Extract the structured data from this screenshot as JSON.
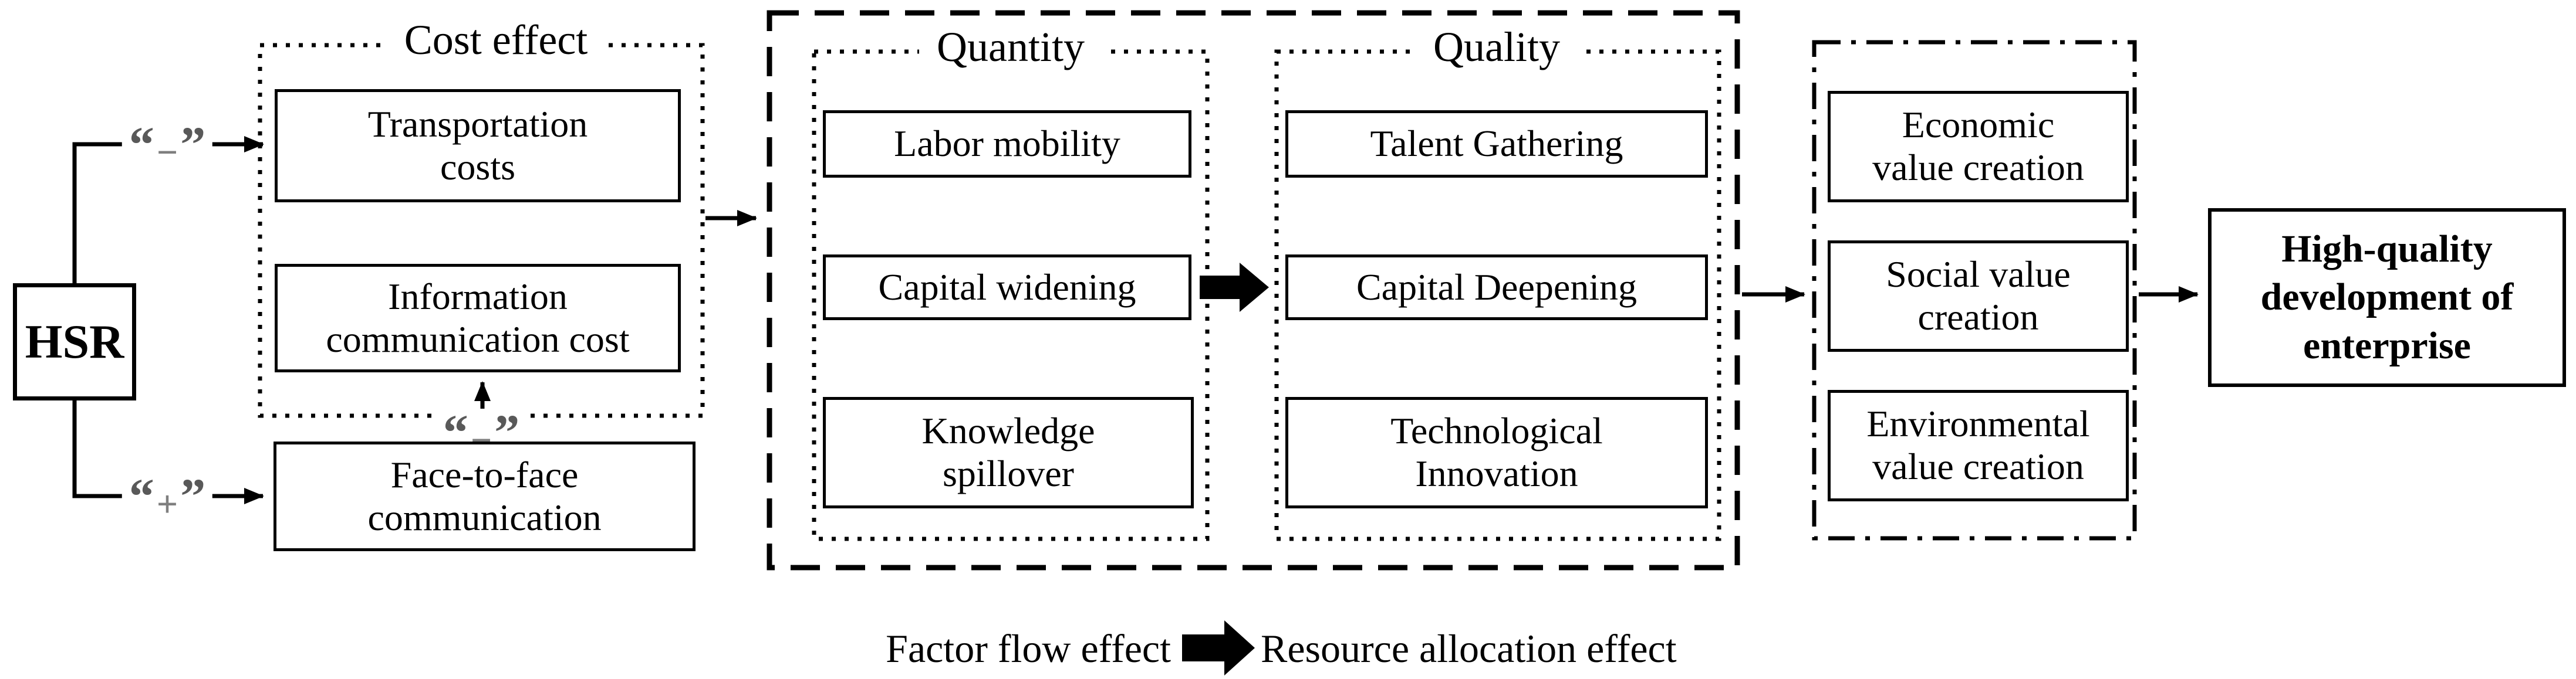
{
  "colors": {
    "ink": "#000000",
    "background": "#ffffff",
    "quote_gray": "#595959",
    "sign_gray": "#7f7f7f"
  },
  "hsr": {
    "label": "HSR"
  },
  "signs": {
    "negative": {
      "open": "“",
      "sign": "−",
      "close": "”"
    },
    "positive": {
      "open": "“",
      "sign": "+",
      "close": "”"
    }
  },
  "cost_effect": {
    "title": "Cost effect",
    "transportation": "Transportation\ncosts",
    "information": "Information\ncommunication cost"
  },
  "face_to_face": {
    "label": "Face-to-face\ncommunication"
  },
  "factor_flow_box": {
    "quantity": {
      "title": "Quantity",
      "items": [
        "Labor mobility",
        "Capital widening",
        "Knowledge\nspillover"
      ]
    },
    "quality": {
      "title": "Quality",
      "items": [
        "Talent Gathering",
        "Capital Deepening",
        "Technological\nInnovation"
      ]
    }
  },
  "value_creation": {
    "items": [
      "Economic\nvalue creation",
      "Social value\ncreation",
      "Environmental\nvalue creation"
    ]
  },
  "outcome": {
    "label": "High-quality\ndevelopment of\nenterprise"
  },
  "legend": {
    "factor_flow": "Factor flow effect",
    "resource_allocation": "Resource allocation effect"
  }
}
